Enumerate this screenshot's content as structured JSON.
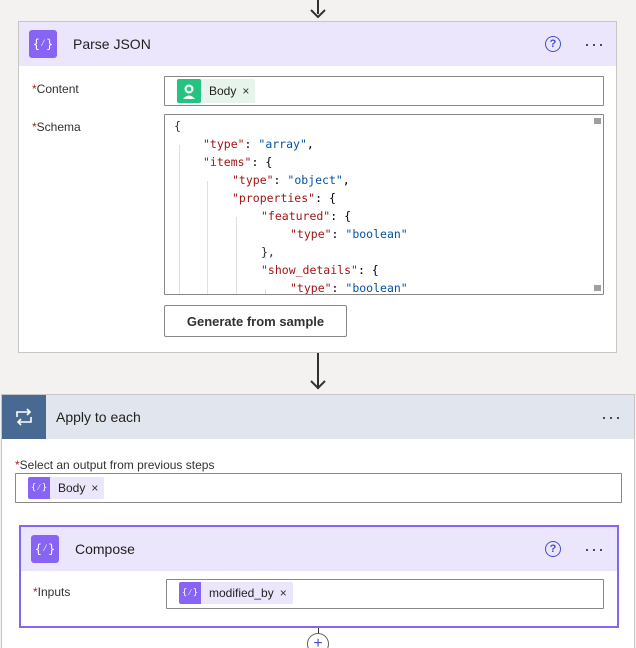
{
  "parse_json": {
    "title": "Parse JSON",
    "icon": "{⁄}",
    "content": {
      "label": "Content",
      "token_label": "Body",
      "token_icon": "person-icon"
    },
    "schema": {
      "label": "Schema",
      "lines": [
        "{",
        "\"type\": \"array\",",
        "\"items\": {",
        "\"type\": \"object\",",
        "\"properties\": {",
        "\"featured\": {",
        "\"type\": \"boolean\"",
        "},",
        "\"show_details\": {",
        "\"type\": \"boolean\""
      ]
    },
    "generate_button": "Generate from sample"
  },
  "apply_to_each": {
    "title": "Apply to each",
    "select_label": "Select an output from previous steps",
    "token_label": "Body"
  },
  "compose": {
    "title": "Compose",
    "inputs_label": "Inputs",
    "token_label": "modified_by"
  },
  "common": {
    "required_mark": "*",
    "help_glyph": "?",
    "more_glyph": "···",
    "remove_glyph": "×",
    "add_glyph": "+"
  },
  "colors": {
    "accent_purple": "#8764f4",
    "header_purple": "#ebe6fc",
    "loop_blue": "#486991",
    "loop_header": "#e1e6ee"
  }
}
